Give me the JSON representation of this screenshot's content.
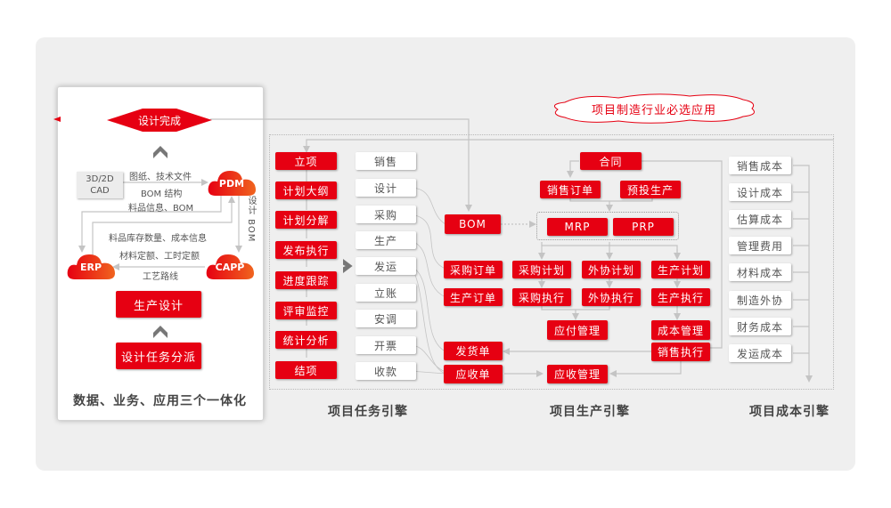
{
  "banner": {
    "text": "项目制造行业必选应用"
  },
  "left_panel": {
    "design_done": "设计完成",
    "cad_box": {
      "line1": "3D/2D",
      "line2": "CAD"
    },
    "labels": {
      "drawings": "图纸、技术文件",
      "bom_structure": "BOM 结构",
      "material_bom": "料品信息、BOM",
      "inventory_cost": "料品库存数量、成本信息",
      "quota": "材料定额、工时定额",
      "route": "工艺路线",
      "design_bom": "设计 BOM"
    },
    "clouds": {
      "pdm": "PDM",
      "erp": "ERP",
      "capp": "CAPP"
    },
    "production_design": "生产设计",
    "task_dispatch": "设计任务分派",
    "caption": "数据、业务、应用三个一体化"
  },
  "task_engine": {
    "caption": "项目任务引擎",
    "steps": [
      "立项",
      "计划大纲",
      "计划分解",
      "发布执行",
      "进度跟踪",
      "评审监控",
      "统计分析",
      "结项"
    ],
    "functions": [
      "销售",
      "设计",
      "采购",
      "生产",
      "发运",
      "立账",
      "安调",
      "开票",
      "收款"
    ]
  },
  "production_engine": {
    "caption": "项目生产引擎",
    "contract": "合同",
    "sales_order": "销售订单",
    "pre_production": "预投生产",
    "bom": "BOM",
    "mrp": "MRP",
    "prp": "PRP",
    "purchase_order": "采购订单",
    "production_order": "生产订单",
    "purchase_plan": "采购计划",
    "purchase_exec": "采购执行",
    "outsource_plan": "外协计划",
    "outsource_exec": "外协执行",
    "production_plan": "生产计划",
    "production_exec": "生产执行",
    "payable": "应付管理",
    "cost_mgmt": "成本管理",
    "sales_exec": "销售执行",
    "delivery_note": "发货单",
    "receivable_note": "应收单",
    "receivable_mgmt": "应收管理"
  },
  "cost_engine": {
    "caption": "项目成本引擎",
    "items": [
      "销售成本",
      "设计成本",
      "估算成本",
      "管理费用",
      "材料成本",
      "制造外协",
      "财务成本",
      "发运成本"
    ]
  },
  "colors": {
    "accent": "#e60012",
    "panel": "#efefef",
    "wire": "#c4c4c4"
  }
}
